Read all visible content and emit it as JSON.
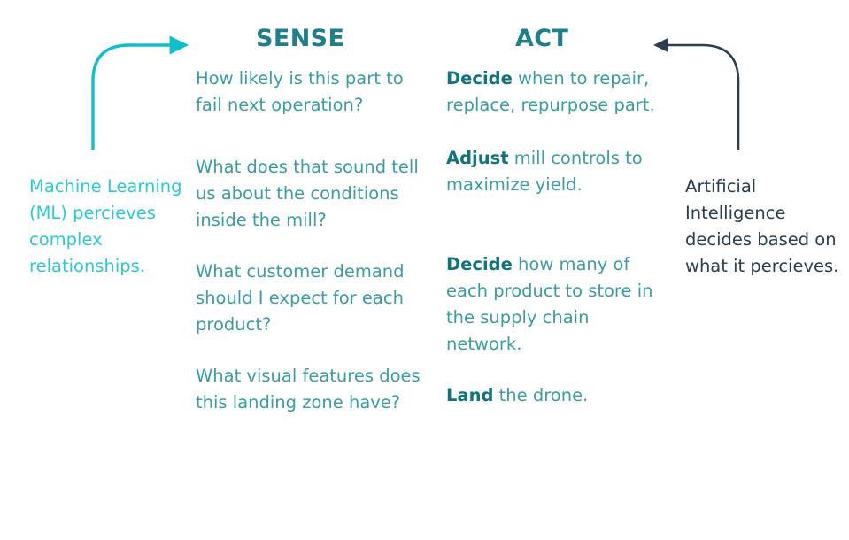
{
  "colors": {
    "background": "#ffffff",
    "cyan": "#2ec8d4",
    "teal": "#3d9ba2",
    "heading_teal": "#1f8089",
    "lead_teal": "#11737c",
    "dark_navy": "#2b3e4e"
  },
  "arrows": {
    "left": {
      "name": "ml-to-sense-arrow",
      "color": "#2ec8d4",
      "direction": "right",
      "description": "curved arrow from lower-left rising and turning right toward SENSE"
    },
    "right": {
      "name": "ai-to-act-arrow",
      "color": "#2b3e4e",
      "direction": "left",
      "description": "curved arrow from lower-right rising and turning left toward ACT"
    }
  },
  "columns": {
    "ml": {
      "name": "machine-learning-column",
      "color": "#2ec8d4",
      "text": "Machine Learning (ML) percieves complex relationships."
    },
    "sense": {
      "name": "sense-column",
      "heading": "SENSE",
      "color": "#3d9ba2",
      "items": [
        "How likely is this part to fail next operation?",
        "What does that sound tell us about the conditions inside the mill?",
        "What customer demand should I expect for each product?",
        "What visual features does this landing zone have?"
      ]
    },
    "act": {
      "name": "act-column",
      "heading": "ACT",
      "color": "#3d9ba2",
      "items": [
        {
          "lead": "Decide",
          "rest": " when to repair, replace, repurpose part."
        },
        {
          "lead": "Adjust",
          "rest": " mill controls to maximize yield."
        },
        {
          "lead": "Decide",
          "rest": " how many of each product to store in the supply chain network."
        },
        {
          "lead": "Land",
          "rest": " the drone."
        }
      ]
    },
    "ai": {
      "name": "artificial-intelligence-column",
      "color": "#2b3e4e",
      "text": "Artificial Intelligence decides based on what it percieves."
    }
  }
}
